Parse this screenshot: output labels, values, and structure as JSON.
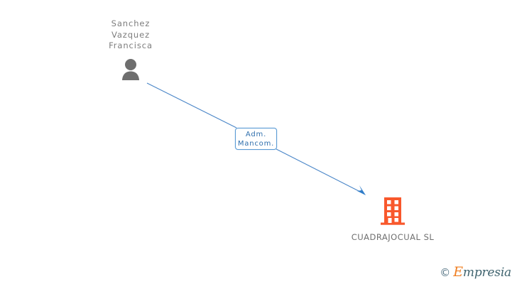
{
  "diagram": {
    "type": "org-relationship-graph",
    "background_color": "#ffffff",
    "person": {
      "name": "Sanchez\nVazquez\nFrancisca",
      "name_lines": [
        "Sanchez",
        "Vazquez",
        "Francisca"
      ],
      "icon": "person-silhouette-icon",
      "icon_color": "#6e6e6e",
      "text_color": "#7d7d7d"
    },
    "relation": {
      "line1": "Adm.",
      "line2": "Mancom.",
      "full_label": "Adm. Mancom.",
      "border_color": "#5b9bd5",
      "text_color": "#2f6fad",
      "background_color": "#ffffff"
    },
    "company": {
      "name": "CUADRAJOCUAL SL",
      "icon": "office-building-icon",
      "icon_color": "#f8582c",
      "text_color": "#6f6f6f"
    },
    "connector": {
      "color": "#4a86c8",
      "arrow": "arrowhead-down-right",
      "direction": "person-to-company"
    }
  },
  "watermark": {
    "copyright_symbol": "©",
    "brand_initial": "E",
    "brand_rest": "mpresia",
    "brand_full": "Empresia",
    "initial_color": "#f07f22",
    "text_color": "#40646f"
  }
}
